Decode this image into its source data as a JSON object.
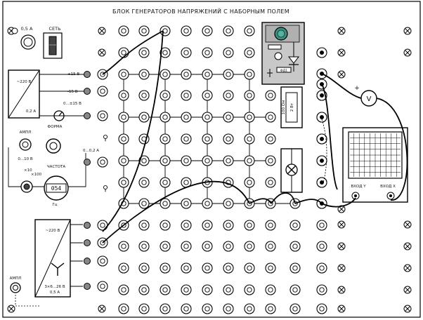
{
  "panel": {
    "title": "БЛОК ГЕНЕРАТОРОВ НАПРЯЖЕНИЙ С НАБОРНЫМ ПОЛЕМ"
  },
  "power": {
    "fuse_label": "0,5 А",
    "switch_label": "СЕТЬ"
  },
  "dc_supply": {
    "input_label": "~220 В",
    "current_label": "0,2 А",
    "out1_label": "+15 В",
    "out2_label": "-15 В",
    "out3_label": "0...±15 В"
  },
  "func_gen": {
    "ampl_label": "АМПЛ",
    "range_label": "0...10 В",
    "form_label": "ФОРМА",
    "freq_label": "ЧАСТОТА",
    "mult1_label": "×10",
    "mult2_label": "×100",
    "freq_display": "054",
    "freq_unit": "Гц",
    "out_label": "0...0,2 А"
  },
  "three_phase": {
    "input_label": "~220 В",
    "ampl_label": "АМПЛ",
    "rating_label": "3×6...26 В",
    "current_label": "0,5 А"
  },
  "components": {
    "resistor_label": "100 Ом",
    "resistor_value": "2 Вт",
    "voltmeter_label": "V",
    "plus_label": "+",
    "diode_label": "ФД1"
  },
  "oscilloscope": {
    "input_label": "ВХОД Y",
    "input2_label": "ВХОД X"
  },
  "icons": [
    "fuse-icon",
    "power-switch-icon",
    "voltmeter-icon",
    "lamp-icon",
    "resistor-icon",
    "oscilloscope-icon"
  ]
}
